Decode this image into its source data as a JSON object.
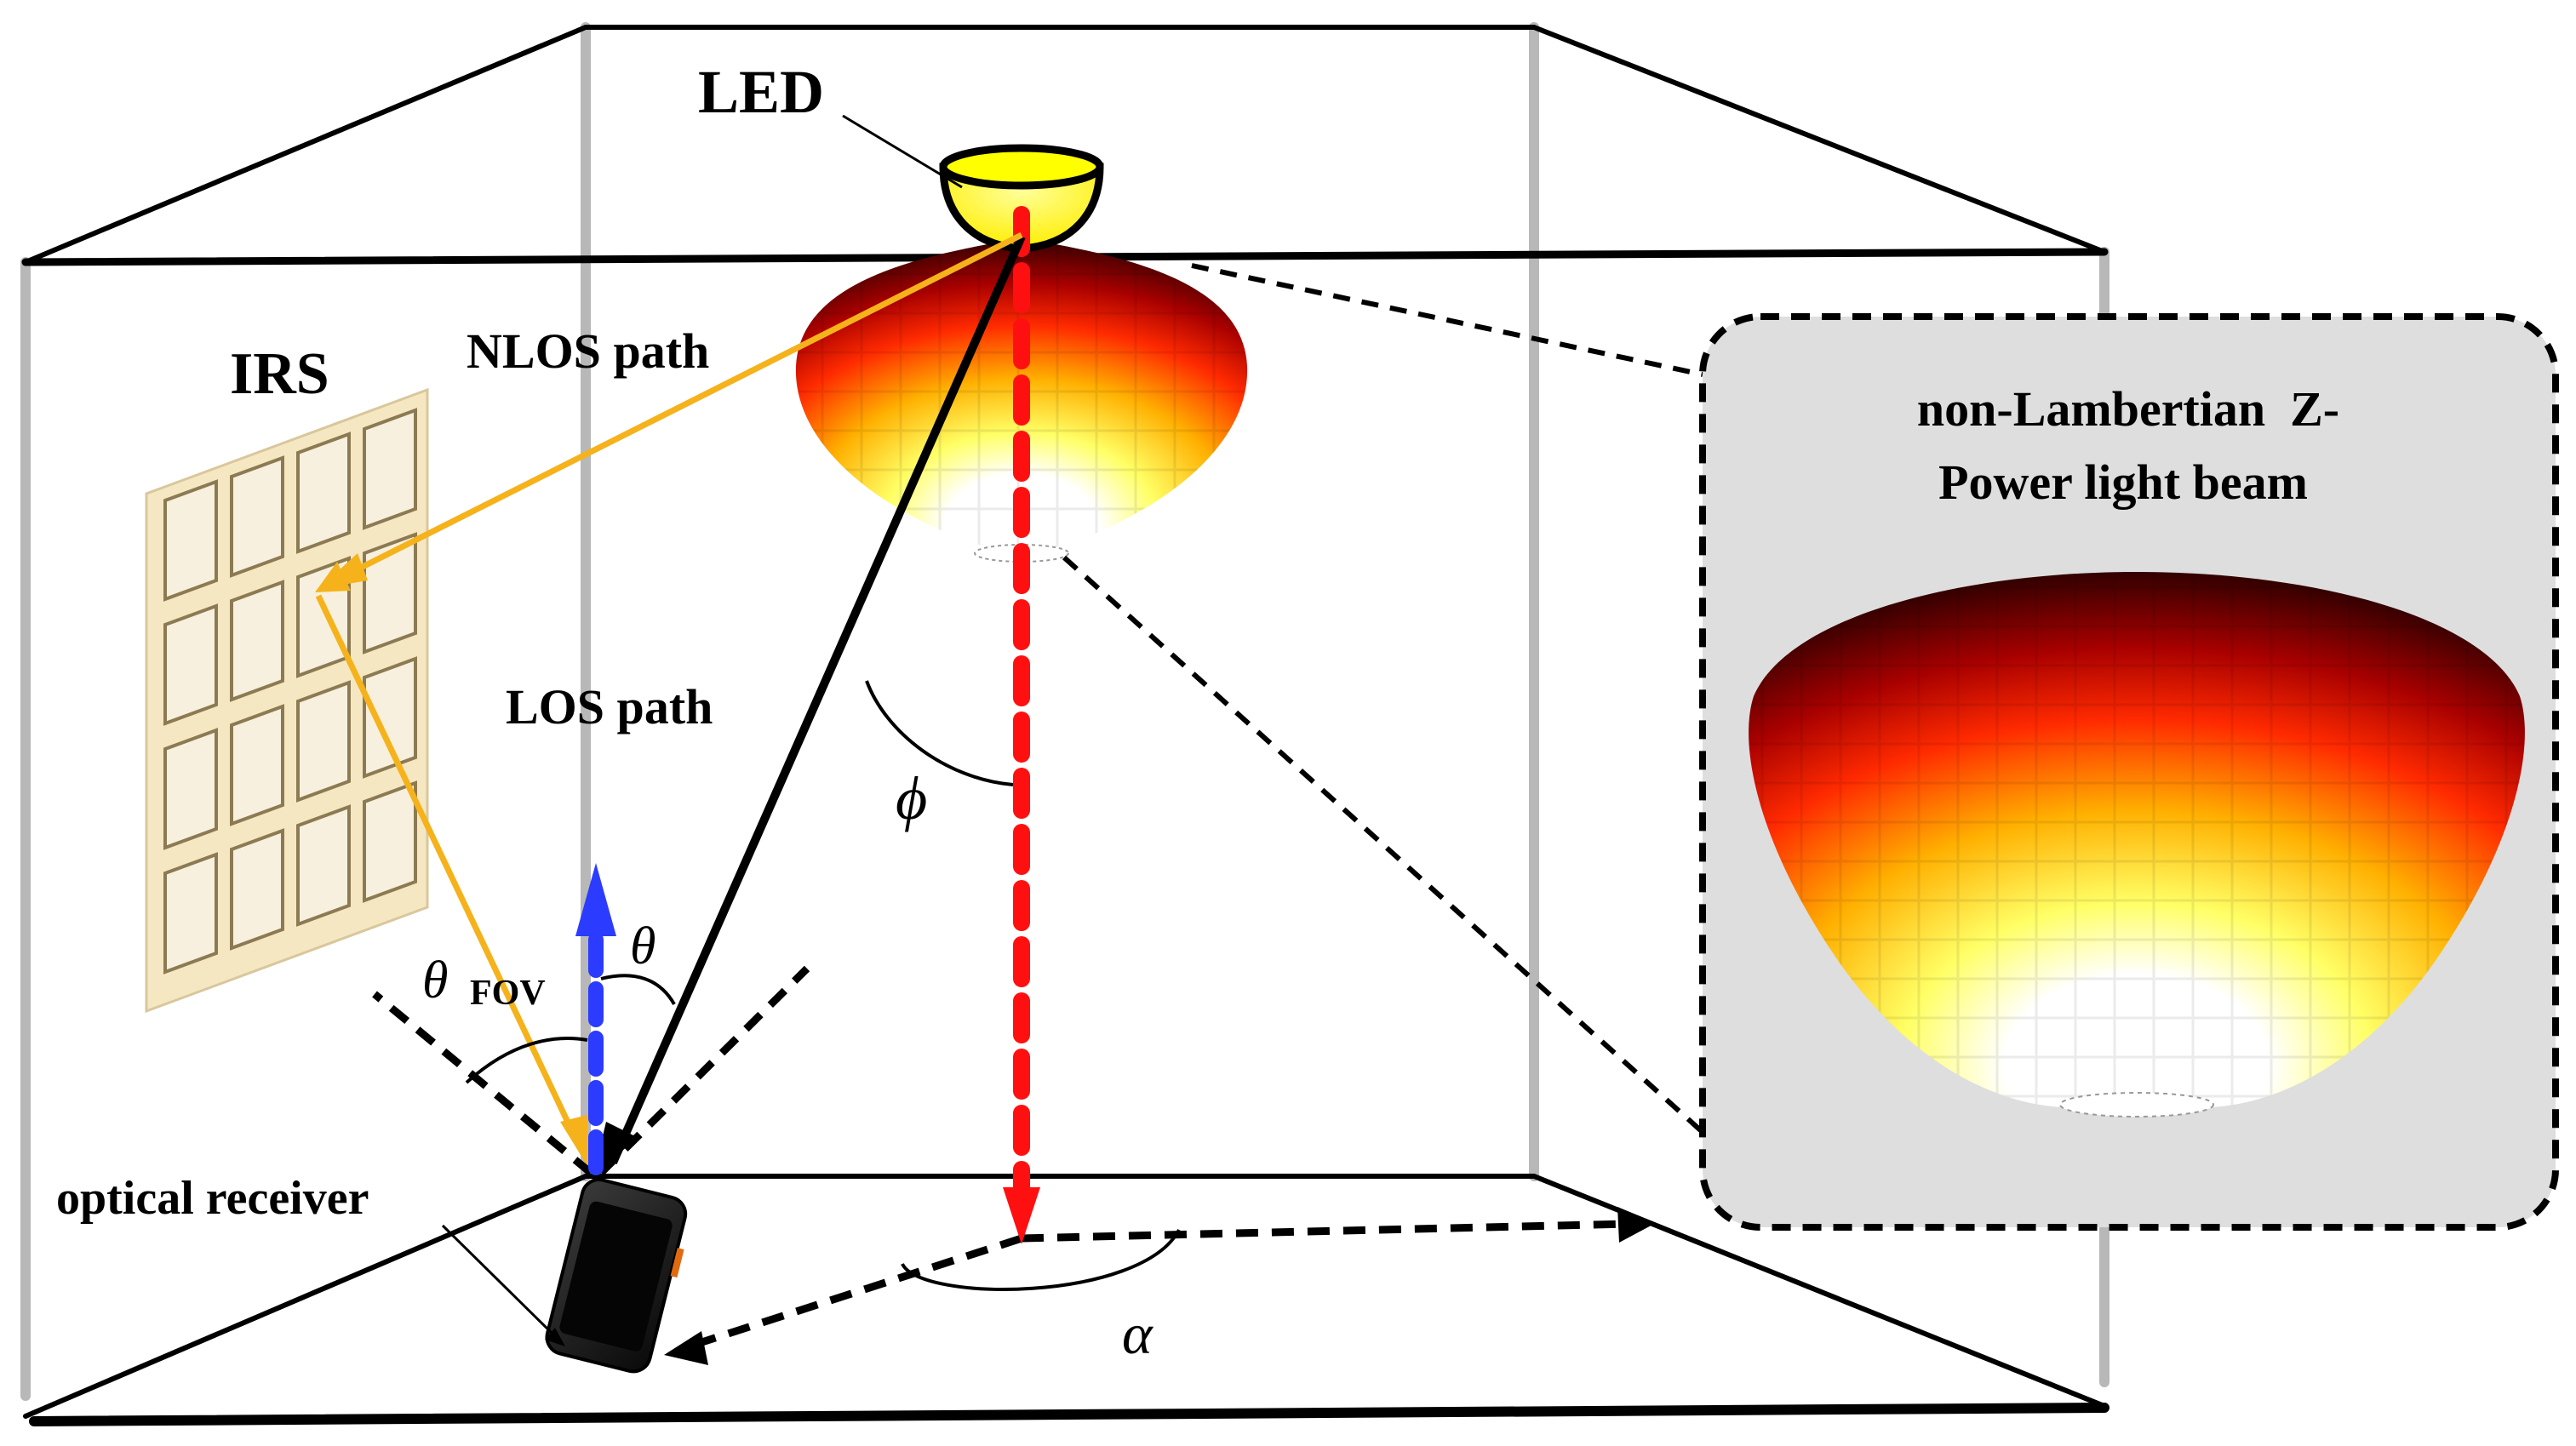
{
  "labels": {
    "led": "LED",
    "irs": "IRS",
    "nlos_path": "NLOS path",
    "los_path": "LOS path",
    "optical_receiver": "optical receiver",
    "phi": "ϕ",
    "theta": "θ",
    "theta_fov_symbol": "θ",
    "theta_fov_subscript": "FOV",
    "alpha": "α",
    "inset_title_line1": "non-Lambertian  Z-",
    "inset_title_line2": "Power light beam"
  },
  "colors": {
    "nlos_path": "#f5b21b",
    "los_path": "#000000",
    "led_axis": "#ff1010",
    "receiver_normal": "#2b3bff",
    "room_edges_front": "#000000",
    "room_edges_back": "#b8b8b8",
    "inset_background": "#dedede",
    "irs_panel": "#f6e7c3",
    "led_lens": "#ffff00"
  }
}
